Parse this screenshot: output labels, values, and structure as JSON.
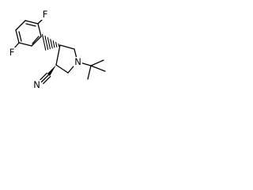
{
  "structure": {
    "atoms": {
      "fluorine_top": "F",
      "fluorine_left": "F",
      "nitrogen_ring": "N",
      "nitrogen_nitrile": "N"
    },
    "stereo": {
      "aryl_bond": "hashed-wedge",
      "nitrile_bond": "bold-wedge"
    },
    "bond_color": "#000000",
    "background": "#ffffff"
  }
}
